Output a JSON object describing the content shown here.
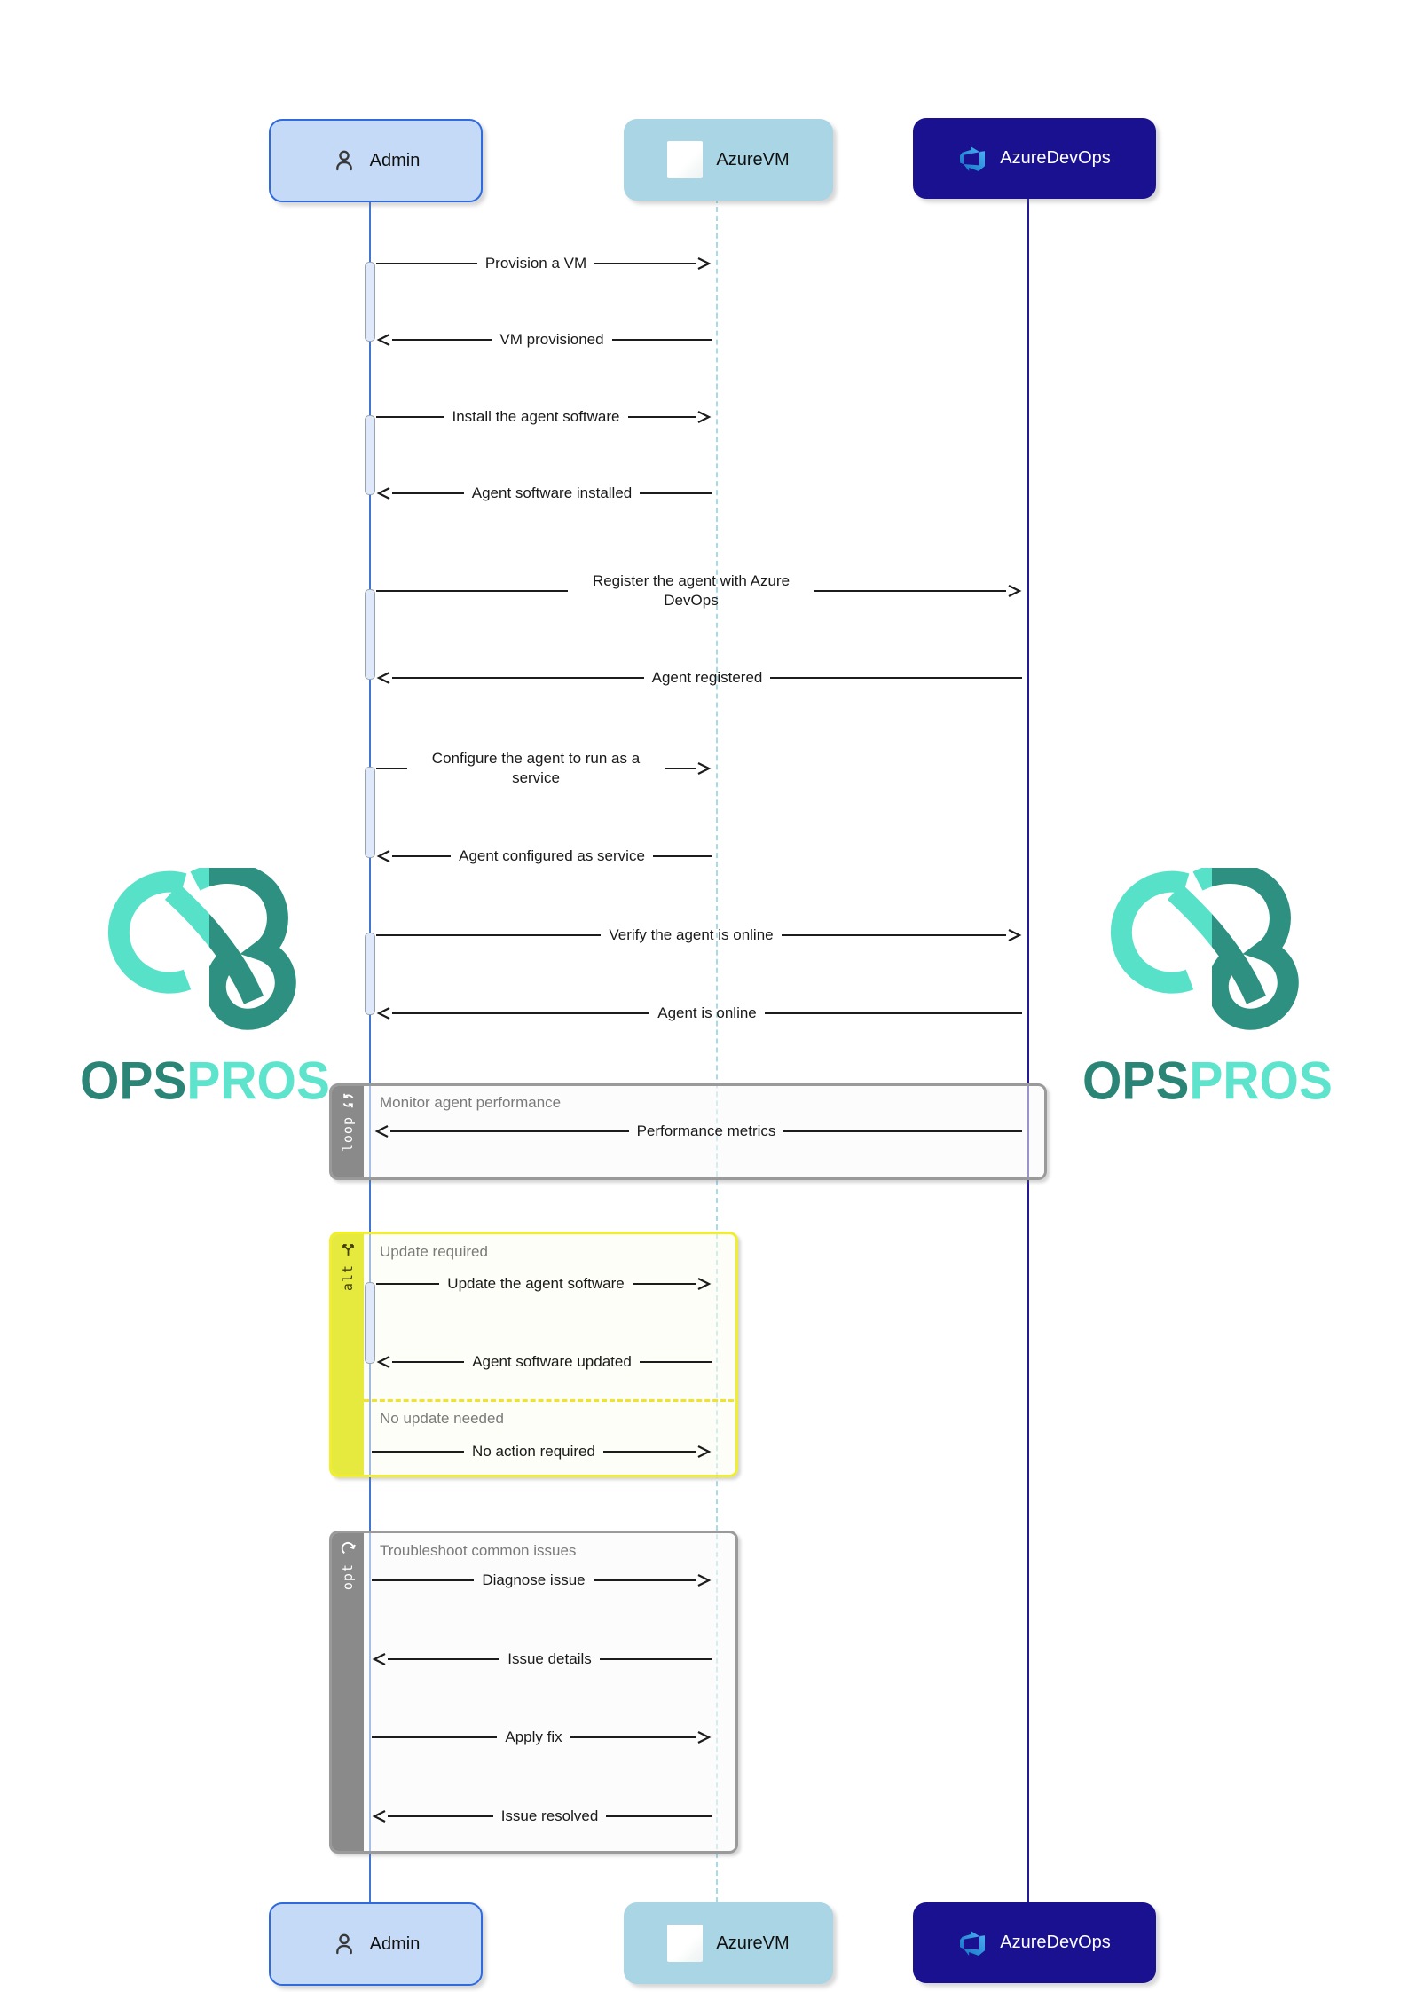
{
  "watermark": {
    "bold": "OPS",
    "light": "PROS"
  },
  "actors": [
    {
      "id": "admin",
      "label": "Admin"
    },
    {
      "id": "azurevm",
      "label": "AzureVM"
    },
    {
      "id": "azuredevops",
      "label": "AzureDevOps"
    }
  ],
  "frames": {
    "loop": {
      "tag": "loop",
      "title": "Monitor agent performance"
    },
    "alt": {
      "tag": "alt",
      "title": "Update required",
      "title2": "No update needed"
    },
    "opt": {
      "tag": "opt",
      "title": "Troubleshoot common issues"
    }
  },
  "messages": [
    {
      "text": "Provision a VM",
      "from": "Admin",
      "to": "AzureVM",
      "direction": "right"
    },
    {
      "text": "VM provisioned",
      "from": "AzureVM",
      "to": "Admin",
      "direction": "left"
    },
    {
      "text": "Install the agent software",
      "from": "Admin",
      "to": "AzureVM",
      "direction": "right"
    },
    {
      "text": "Agent software installed",
      "from": "AzureVM",
      "to": "Admin",
      "direction": "left"
    },
    {
      "text": "Register the agent with Azure DevOps",
      "from": "Admin",
      "to": "AzureDevOps",
      "direction": "right"
    },
    {
      "text": "Agent registered",
      "from": "AzureDevOps",
      "to": "Admin",
      "direction": "left"
    },
    {
      "text": "Configure the agent to run as a service",
      "from": "Admin",
      "to": "AzureVM",
      "direction": "right"
    },
    {
      "text": "Agent configured as service",
      "from": "AzureVM",
      "to": "Admin",
      "direction": "left"
    },
    {
      "text": "Verify the agent is online",
      "from": "Admin",
      "to": "AzureDevOps",
      "direction": "right"
    },
    {
      "text": "Agent is online",
      "from": "AzureDevOps",
      "to": "Admin",
      "direction": "left"
    },
    {
      "text": "Performance metrics",
      "from": "AzureDevOps",
      "to": "Admin",
      "direction": "left"
    },
    {
      "text": "Update the agent software",
      "from": "Admin",
      "to": "AzureVM",
      "direction": "right"
    },
    {
      "text": "Agent software updated",
      "from": "AzureVM",
      "to": "Admin",
      "direction": "left"
    },
    {
      "text": "No action required",
      "from": "Admin",
      "to": "AzureVM",
      "direction": "right"
    },
    {
      "text": "Diagnose issue",
      "from": "Admin",
      "to": "AzureVM",
      "direction": "right"
    },
    {
      "text": "Issue details",
      "from": "AzureVM",
      "to": "Admin",
      "direction": "left"
    },
    {
      "text": "Apply fix",
      "from": "Admin",
      "to": "AzureVM",
      "direction": "right"
    },
    {
      "text": "Issue resolved",
      "from": "AzureVM",
      "to": "Admin",
      "direction": "left"
    }
  ],
  "colors": {
    "admin_fill": "#c5daf7",
    "admin_border": "#2f6bdd",
    "azurevm_fill": "#a9d5e4",
    "azuredevops_fill": "#1a1190",
    "frame_gray": "#8a8a8a",
    "alt_yellow": "#e7ea3e",
    "teal_light": "#5ee3cc",
    "teal_dark": "#2b8577"
  }
}
